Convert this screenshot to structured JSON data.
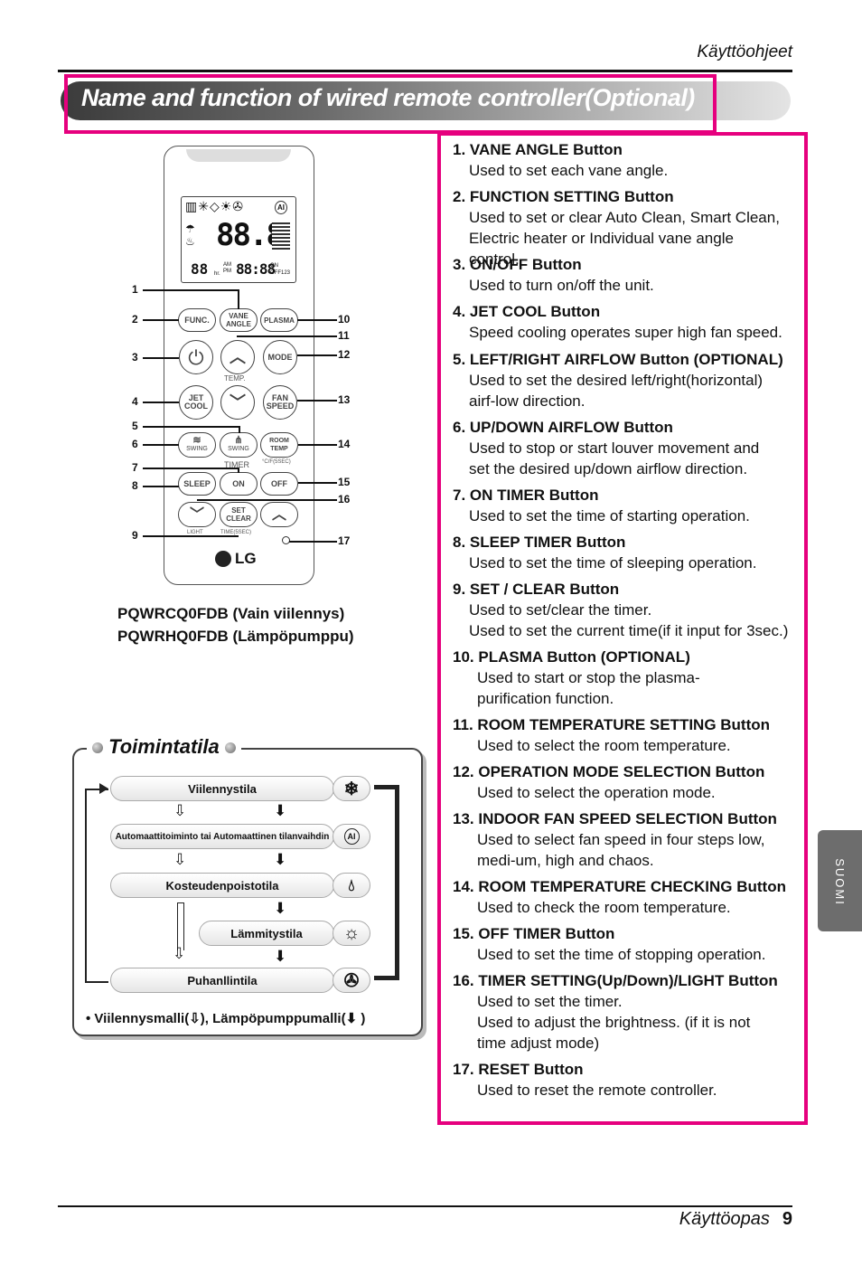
{
  "header": {
    "running_title": "Käyttöohjeet"
  },
  "title": "Name and function of wired remote controller(Optional)",
  "remote": {
    "buttons": {
      "func": "FUNC.",
      "vane_angle": "VANE ANGLE",
      "plasma": "PLASMA",
      "mode": "MODE",
      "temp": "TEMP.",
      "jet_cool": "JET COOL",
      "fan_speed": "FAN SPEED",
      "swing_lr": "SWING",
      "swing_ud": "SWING",
      "room_temp": "ROOM TEMP",
      "room_temp_note": "°C/F(5SEC)",
      "timer": "TIMER",
      "sleep": "SLEEP",
      "on": "ON",
      "off": "OFF",
      "set_clear": "SET CLEAR",
      "light": "LIGHT",
      "time": "TIME(5SEC)"
    },
    "brand": "LG",
    "lcd": {
      "big_digits": "88.8",
      "small_digits": "88",
      "time_digits": "88:88",
      "am_pm": "AM PM",
      "hr": "hr.",
      "on_off": "ON OFF123",
      "ai": "AI"
    },
    "callouts_left": [
      "1",
      "2",
      "3",
      "4",
      "5",
      "6",
      "7",
      "8",
      "9"
    ],
    "callouts_right": [
      "10",
      "11",
      "12",
      "13",
      "14",
      "15",
      "16",
      "17"
    ]
  },
  "models": [
    {
      "code": "PQWRCQ0FDB",
      "desc": "(Vain viilennys)"
    },
    {
      "code": "PQWRHQ0FDB",
      "desc": "(Lämpöpumppu)"
    }
  ],
  "functions": [
    {
      "title": "1. VANE ANGLE Button",
      "desc": "Used to set each vane angle."
    },
    {
      "title": "2. FUNCTION SETTING Button",
      "desc": "Used to set or clear Auto Clean, Smart Clean, Electric heater or Individual vane angle control."
    },
    {
      "title": "3.  ON/OFF Button",
      "desc": "Used to turn on/off the unit."
    },
    {
      "title": "4. JET COOL Button",
      "desc": "Speed cooling operates super high fan speed."
    },
    {
      "title": "5. LEFT/RIGHT AIRFLOW Button (OPTIONAL)",
      "desc": "Used to set the desired left/right(horizontal) airf-low direction."
    },
    {
      "title": "6. UP/DOWN AIRFLOW Button",
      "desc": "Used to stop or start louver movement and set the desired up/down airflow direction."
    },
    {
      "title": "7. ON TIMER Button",
      "desc": "Used to set the time of starting operation."
    },
    {
      "title": "8. SLEEP TIMER Button",
      "desc": "Used to set the time of sleeping operation."
    },
    {
      "title": "9. SET / CLEAR Button",
      "desc": "Used to set/clear the timer.",
      "desc2": "Used to set the current time(if it input for 3sec.)"
    },
    {
      "title": "10. PLASMA Button (OPTIONAL)",
      "desc": "Used to start or stop the plasma-purification function."
    },
    {
      "title": "11. ROOM TEMPERATURE SETTING Button",
      "desc": "Used to select the room temperature."
    },
    {
      "title": "12. OPERATION MODE SELECTION Button",
      "desc": "Used to select the operation mode."
    },
    {
      "title": "13. INDOOR FAN SPEED SELECTION Button",
      "desc": "Used to select fan speed in four steps low, medi-um, high and chaos."
    },
    {
      "title": "14. ROOM TEMPERATURE CHECKING Button",
      "desc": "Used to check the room temperature."
    },
    {
      "title": "15. OFF TIMER Button",
      "desc": "Used to set the time of stopping operation."
    },
    {
      "title": "16. TIMER SETTING(Up/Down)/LIGHT Button",
      "desc": "Used to set the timer.",
      "desc2": "Used to adjust the brightness. (if it is not time adjust mode)"
    },
    {
      "title": "17. RESET Button",
      "desc": "Used to reset the remote controller."
    }
  ],
  "side_tab": "SUOMI",
  "mode_section": {
    "title": "Toimintatila",
    "modes": [
      "Viilennystila",
      "Automaattitoiminto tai Automaattinen tilanvaihdin",
      "Kosteudenpoistotila",
      "Lämmitystila",
      "Puhanllintila"
    ],
    "ai_icon_text": "AI",
    "footnote_a": "• Viilennysmalli(",
    "footnote_b": "), Lämpöpumppumalli(",
    "footnote_c": " )"
  },
  "footer": {
    "text": "Käyttöopas",
    "page": "9"
  }
}
